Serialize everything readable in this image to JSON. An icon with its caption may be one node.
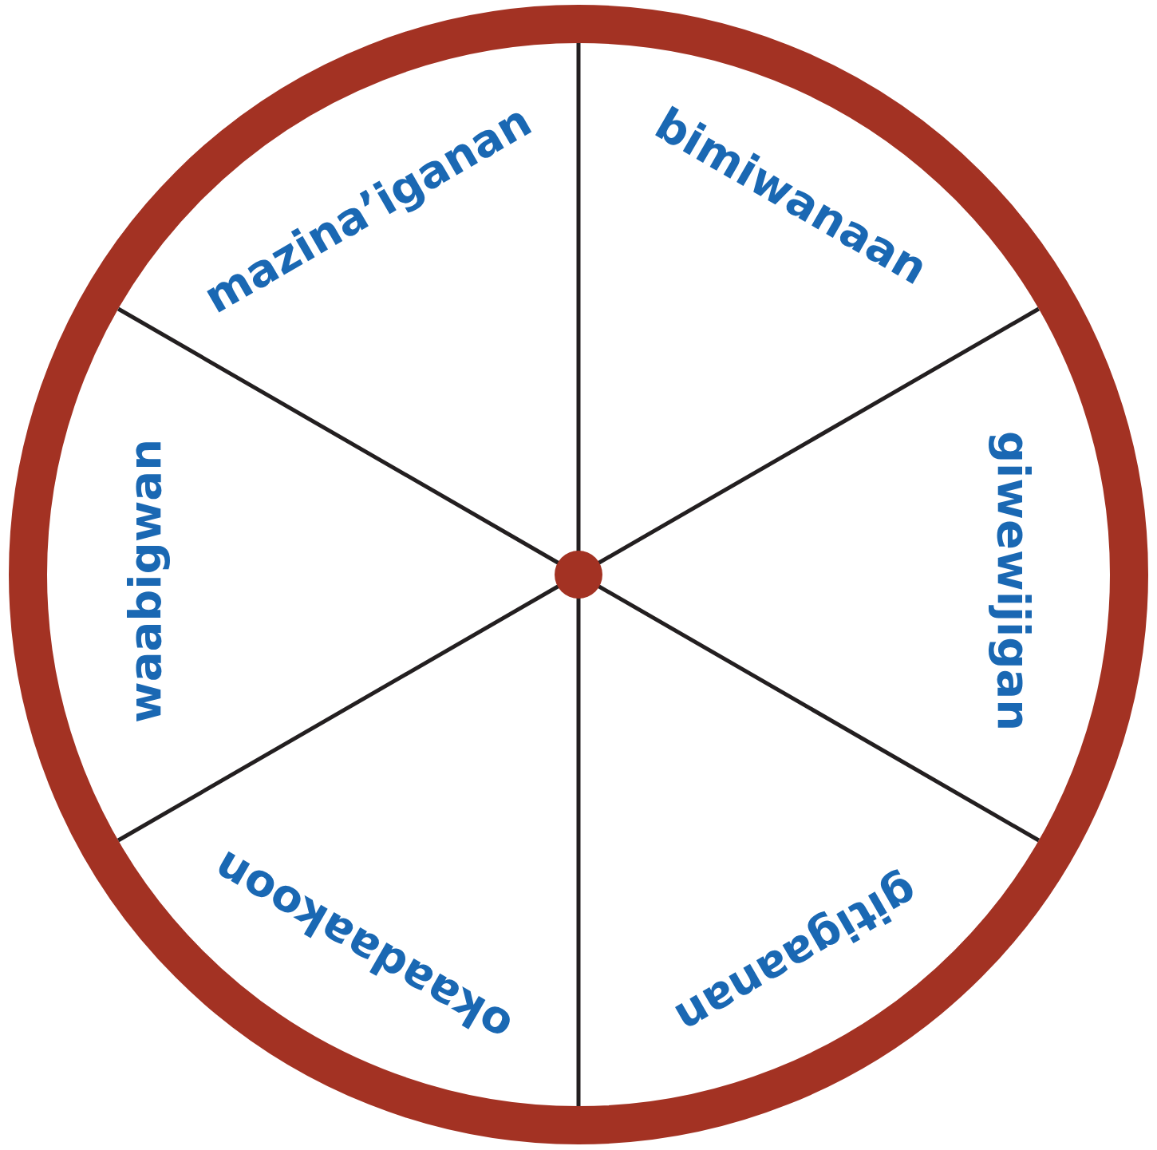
{
  "diagram": {
    "nodes": [
      {
        "text": [],
        "shape": "circle"
      },
      {
        "text": [
          "mazina’iganan"
        ],
        "in": 0
      },
      {
        "text": [
          "bimiwanaan"
        ],
        "in": 0
      },
      {
        "text": [
          "giwewijigan"
        ],
        "in": 0
      },
      {
        "text": [
          "gitigaanan"
        ],
        "in": 0
      },
      {
        "text": [
          "okaadaakoon"
        ],
        "in": 0
      },
      {
        "text": [
          "waabigwan"
        ],
        "in": 0
      }
    ],
    "edges": []
  }
}
